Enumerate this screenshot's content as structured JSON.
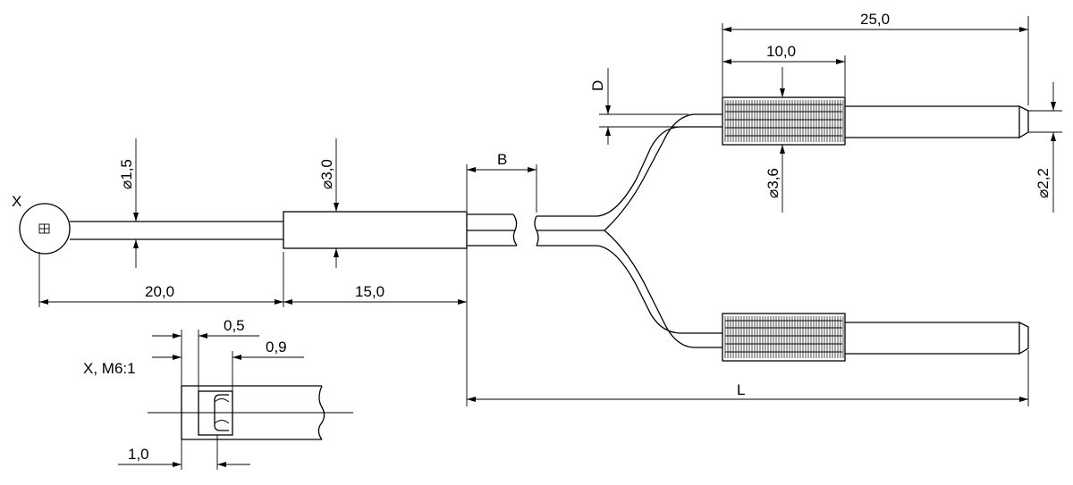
{
  "title": "",
  "view_label": "X",
  "detail_label": "X, M6:1",
  "dimensions": {
    "d1": "1,5",
    "d2": "3,0",
    "d3": "3,6",
    "d4": "2,2",
    "len_20": "20,0",
    "len_15": "15,0",
    "len_25": "25,0",
    "len_10": "10,0",
    "b": "B",
    "d": "D",
    "l": "L",
    "det_05": "0,5",
    "det_09": "0,9",
    "det_10": "1,0"
  },
  "diameter_symbol": "⌀"
}
